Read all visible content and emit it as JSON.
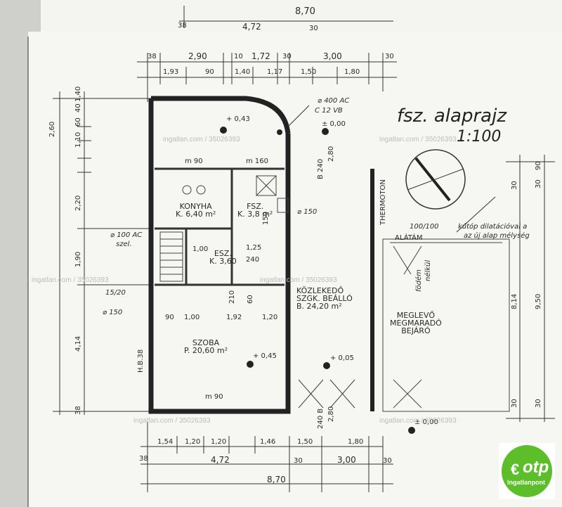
{
  "title": "fsz. alaprajz",
  "scale": "1:100",
  "watermark": "ingatlan.com / 35026393",
  "logo": {
    "brand": "otp",
    "sub": "Ingatlanpont"
  },
  "top_dims": {
    "overall_top": "8,70",
    "back_sheet_a": "38",
    "back_sheet_b": "4,72",
    "back_sheet_c": "30",
    "row1": [
      "38",
      "2,90",
      "10",
      "1,72",
      "30",
      "3,00",
      "30"
    ],
    "row2": [
      "1,93",
      "90",
      "1,40",
      "1,17",
      "1,50",
      "1,80"
    ]
  },
  "bottom_dims": {
    "row1": [
      "1,54",
      "1,20",
      "1,20",
      "1,46",
      "1,50",
      "1,80"
    ],
    "row2": [
      "38",
      "4,72",
      "30",
      "3,00",
      "30"
    ],
    "overall": "8,70"
  },
  "left_dims": [
    "2,60",
    "1,10",
    "60",
    "40",
    "1,40",
    "2,20",
    "1,90",
    "4,14",
    "38"
  ],
  "right_dims": [
    "30",
    "90",
    "30",
    "8,14",
    "9,50",
    "30",
    "30"
  ],
  "rooms": {
    "konyha": {
      "name": "KONYHA",
      "area": "K. 6,40 m²"
    },
    "fsz": {
      "name": "FSZ.",
      "area": "K. 3,8 m²"
    },
    "esz": {
      "name": "ESZ.",
      "area": "K. 3,60"
    },
    "kozlekedo": {
      "name": "KÖZLEKEDŐ",
      "sub": "SZGK. BEÁLLÓ",
      "area": "B. 24,20 m²"
    },
    "szoba": {
      "name": "SZOBA",
      "area": "P. 20,60 m²"
    },
    "megmarado": {
      "name": "MEGLEVŐ",
      "sub": "MEGMARADÓ",
      "sub2": "BEJÁRÓ"
    }
  },
  "labels": {
    "ac": "⌀ 400 AC",
    "vb": "C 12 VB",
    "thermoton": "THERMOTON",
    "kutopt": "kútóp dilatációval a",
    "az_uj": "az új alap mélység",
    "alatam": "ALÁTÁM",
    "foderm": "födém",
    "nelkul": "nélkül",
    "lev_a": "+ 0,43",
    "lev_b": "± 0,00",
    "lev_c": "+ 0,45",
    "lev_d": "+ 0,05",
    "lev_e": "± 0,00",
    "d150": "⌀ 150",
    "d150b": "⌀ 150",
    "d100ac": "⌀ 100 AC",
    "szel": "szel.",
    "m90": "m 90",
    "m90b": "m 90",
    "m160": "m 160",
    "b240": "B 240",
    "b240b": "240 B",
    "h280": "2,80",
    "h280b": "2,80",
    "hb38": "H.B.38",
    "r1520": "15/20",
    "p100_100": "100/100",
    "d90": "90",
    "d100": "1,00",
    "d192": "1,92",
    "d120": "1,20",
    "d125": "1,25",
    "d240": "240",
    "d210": "210",
    "d60": "60",
    "d150c": "150",
    "d100b": "1,00"
  }
}
